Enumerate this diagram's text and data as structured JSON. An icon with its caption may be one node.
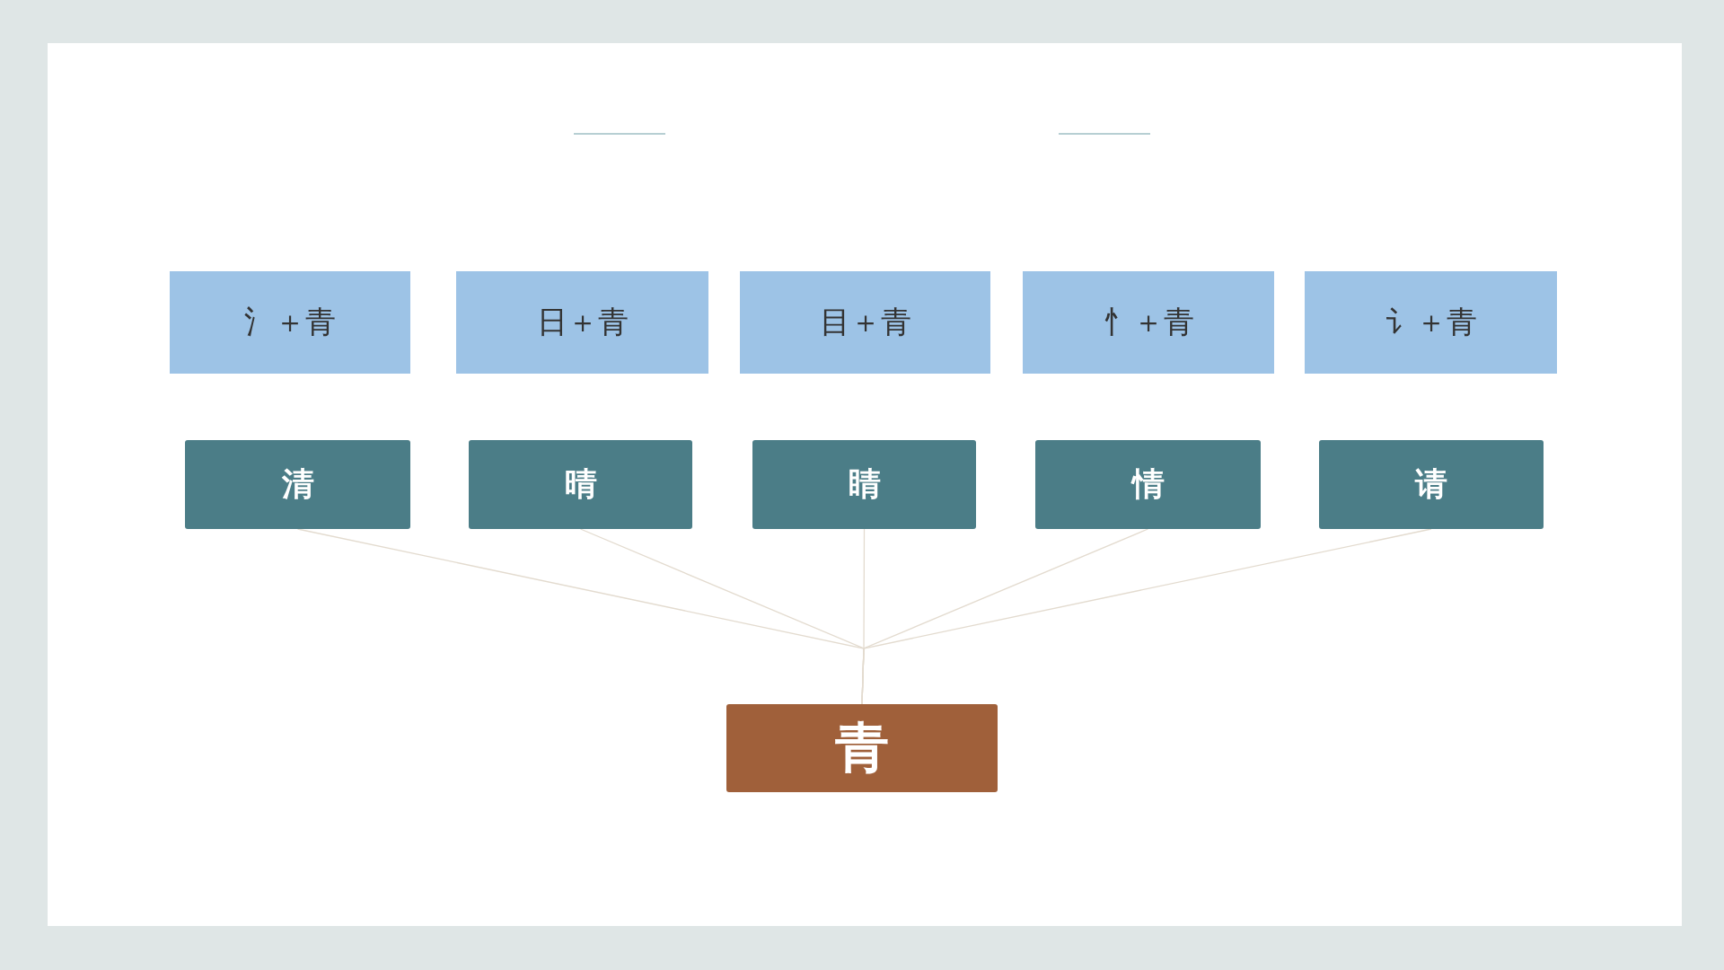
{
  "diagram": {
    "nodes": [
      {
        "text": [
          "氵＋青"
        ]
      },
      {
        "text": [
          "日＋青"
        ]
      },
      {
        "text": [
          "目＋青"
        ]
      },
      {
        "text": [
          "忄＋青"
        ]
      },
      {
        "text": [
          "讠＋青"
        ]
      },
      {
        "text": [
          "清"
        ]
      },
      {
        "text": [
          "晴"
        ]
      },
      {
        "text": [
          "睛"
        ]
      },
      {
        "text": [
          "情"
        ]
      },
      {
        "text": [
          "请"
        ]
      },
      {
        "text": [
          "青"
        ]
      }
    ],
    "edges": [
      {
        "from": 5,
        "to": 10,
        "arrow": "none"
      },
      {
        "from": 6,
        "to": 10,
        "arrow": "none"
      },
      {
        "from": 7,
        "to": 10,
        "arrow": "none"
      },
      {
        "from": 8,
        "to": 10,
        "arrow": "none"
      },
      {
        "from": 9,
        "to": 10,
        "arrow": "none"
      }
    ]
  }
}
